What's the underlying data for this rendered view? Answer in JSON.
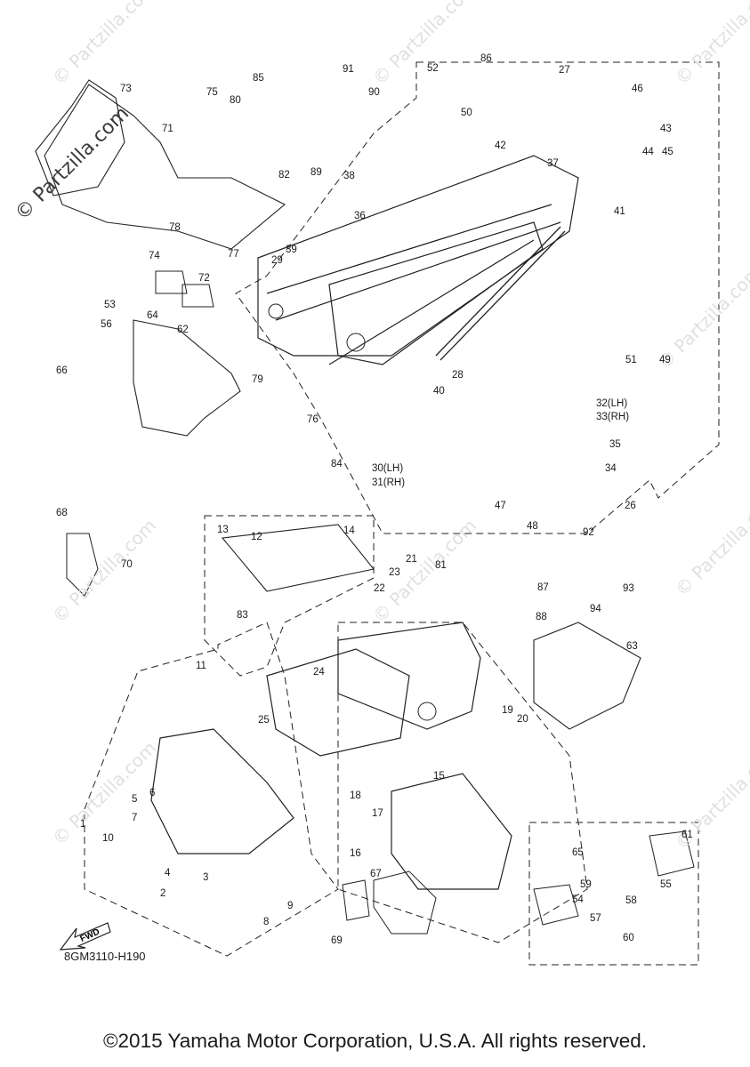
{
  "diagram": {
    "part_code": "8GM3110-H190",
    "copyright": "©2015 Yamaha Motor Corporation, U.S.A. All rights reserved.",
    "watermark_main": "© Partzilla.com",
    "watermark_faint": "© Partzilla.com",
    "fwd_label": "FWD",
    "callouts": [
      "1",
      "2",
      "3",
      "4",
      "5",
      "6",
      "7",
      "8",
      "9",
      "10",
      "11",
      "12",
      "13",
      "14",
      "15",
      "16",
      "17",
      "18",
      "19",
      "20",
      "21",
      "22",
      "23",
      "24",
      "25",
      "26",
      "27",
      "28",
      "29",
      "30(LH)",
      "31(RH)",
      "32(LH)",
      "33(RH)",
      "34",
      "35",
      "36",
      "37",
      "38",
      "39",
      "40",
      "41",
      "42",
      "43",
      "44",
      "45",
      "46",
      "47",
      "48",
      "49",
      "50",
      "51",
      "52",
      "53",
      "54",
      "55",
      "56",
      "57",
      "58",
      "59",
      "60",
      "61",
      "62",
      "63",
      "64",
      "65",
      "66",
      "67",
      "68",
      "69",
      "70",
      "71",
      "72",
      "73",
      "74",
      "75",
      "76",
      "77",
      "78",
      "79",
      "80",
      "81",
      "82",
      "83",
      "84",
      "85",
      "86",
      "87",
      "88",
      "89",
      "90",
      "91",
      "92",
      "93",
      "94"
    ]
  }
}
